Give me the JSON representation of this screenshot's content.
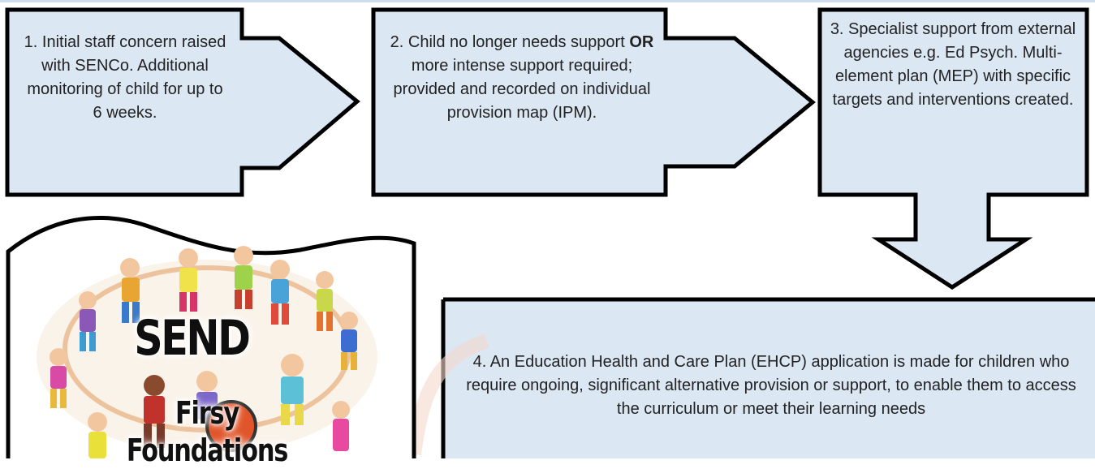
{
  "steps": [
    {
      "pre": "1. Initial staff concern raised with SENCo. Additional monitoring of child for up to 6 weeks.",
      "emphasis": "",
      "post": ""
    },
    {
      "pre": "2. Child no longer needs support ",
      "emphasis": "OR",
      "post": " more intense support required; provided and recorded on individual provision map (IPM)."
    },
    {
      "pre": "3. Specialist support from external agencies e.g. Ed Psych.  Multi-element plan (MEP) with specific targets and interventions created.",
      "emphasis": "",
      "post": ""
    },
    {
      "pre": "4. An Education Health and Care Plan (EHCP) application is made for children who require ongoing, significant alternative provision or support, to enable them to access the curriculum or meet their learning needs",
      "emphasis": "",
      "post": ""
    }
  ],
  "logo": {
    "title": "SEND",
    "subtitle": "Firsy Foundations"
  },
  "colors": {
    "box_fill": "#dce7f4",
    "border": "#000000"
  }
}
